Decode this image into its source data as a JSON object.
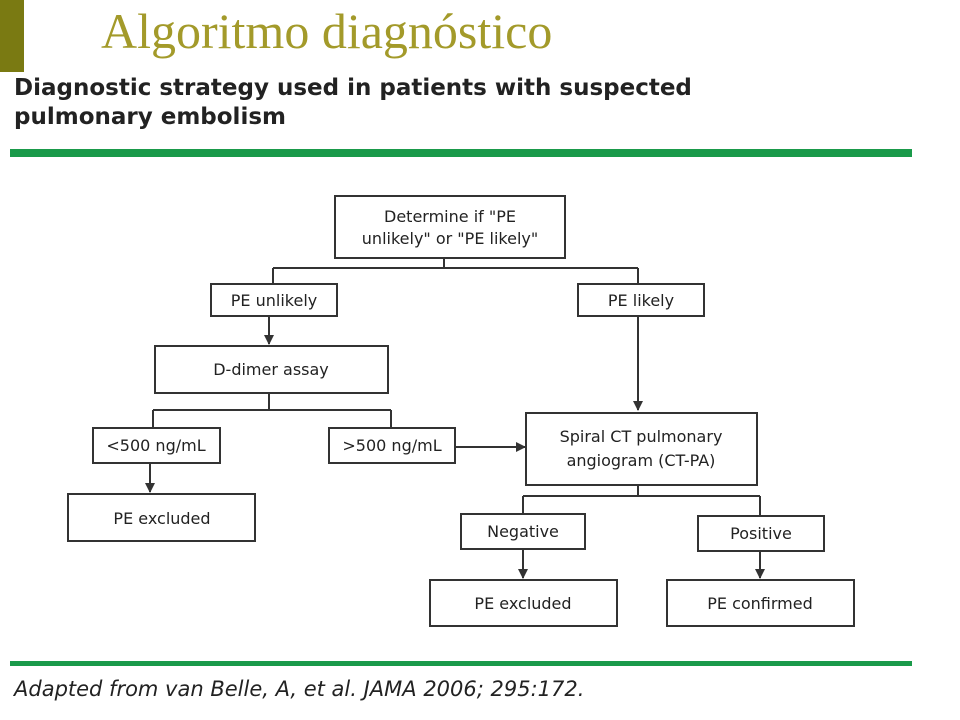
{
  "slide": {
    "title": "Algoritmo diagnóstico",
    "accent_color": "#7a7a12",
    "title_color": "#a39a2a",
    "rule_color": "#1a9a4a"
  },
  "figure": {
    "title_line1": "Diagnostic strategy used in patients with suspected",
    "title_line2": "pulmonary embolism",
    "citation": "Adapted from van Belle, A, et al. JAMA 2006; 295:172."
  },
  "flowchart": {
    "nodes": {
      "determine": [
        "Determine if \"PE",
        "unlikely\" or \"PE likely\""
      ],
      "pe_unlikely": [
        "PE unlikely"
      ],
      "pe_likely": [
        "PE likely"
      ],
      "ddimer": [
        "D-dimer assay"
      ],
      "low_ddimer": [
        "<500 ng/mL"
      ],
      "high_ddimer": [
        ">500 ng/mL"
      ],
      "ctpa": [
        "Spiral CT pulmonary",
        "angiogram (CT-PA)"
      ],
      "pe_excluded_1": [
        "PE excluded"
      ],
      "negative": [
        "Negative"
      ],
      "positive": [
        "Positive"
      ],
      "pe_excluded_2": [
        "PE excluded"
      ],
      "pe_confirmed": [
        "PE confirmed"
      ]
    }
  }
}
